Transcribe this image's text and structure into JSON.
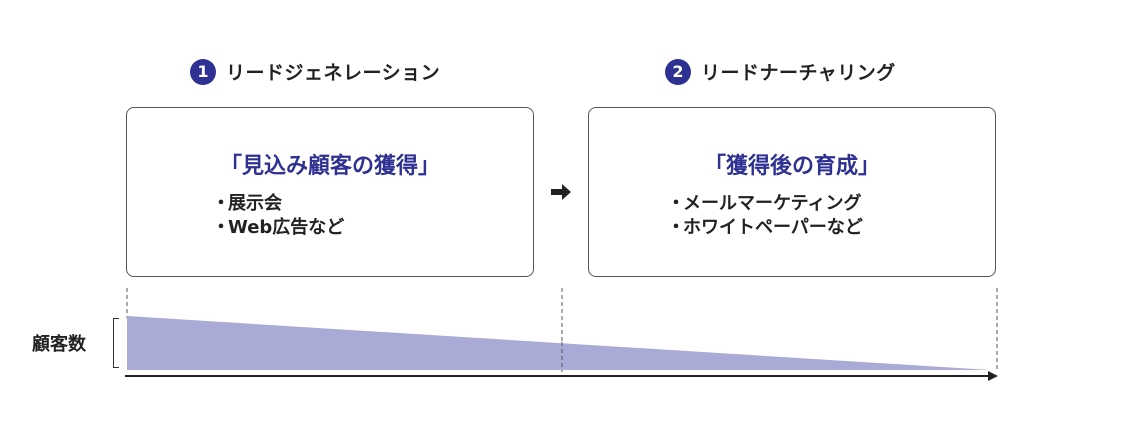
{
  "stages": [
    {
      "number": "1",
      "title": "リードジェネレーション",
      "heading": "「見込み顧客の獲得」",
      "items": [
        "展示会",
        "Web広告など"
      ]
    },
    {
      "number": "2",
      "title": "リードナーチャリング",
      "heading": "「獲得後の育成」",
      "items": [
        "メールマーケティング",
        "ホワイトペーパーなど"
      ]
    }
  ],
  "bullet": "・",
  "y_label": "顧客数",
  "colors": {
    "accent": "#2f3192",
    "wedge_fill": "#aaaad6",
    "border": "#555555"
  },
  "icons": {
    "transition": "right-arrow-icon"
  }
}
